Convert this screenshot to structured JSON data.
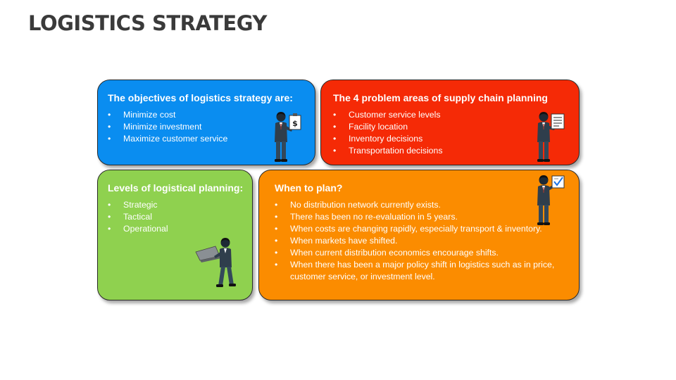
{
  "slide": {
    "title": "LOGISTICS STRATEGY"
  },
  "objectives": {
    "heading": "The objectives of logistics strategy are:",
    "items": [
      "Minimize cost",
      "Minimize investment",
      "Maximize customer service"
    ],
    "color": "#0a8df0"
  },
  "problems": {
    "heading": "The 4 problem areas of supply chain planning",
    "items": [
      "Customer service levels",
      "Facility location",
      "Inventory decisions",
      "Transportation decisions"
    ],
    "color": "#f52a06"
  },
  "levels": {
    "heading": "Levels of logistical planning:",
    "items": [
      "Strategic",
      "Tactical",
      "Operational"
    ],
    "color": "#8fd14f"
  },
  "when": {
    "heading": "When to plan?",
    "items": [
      "No distribution network currently exists.",
      "There has been no re-evaluation in 5 years.",
      "When costs are changing rapidly, especially transport & inventory.",
      "When markets have shifted.",
      "When current distribution economics encourage shifts.",
      "When there has been a major policy shift in logistics such as in price,",
      "customer service, or investment level."
    ],
    "color": "#fb8c00"
  },
  "icons": {
    "sign_symbol": "$"
  }
}
